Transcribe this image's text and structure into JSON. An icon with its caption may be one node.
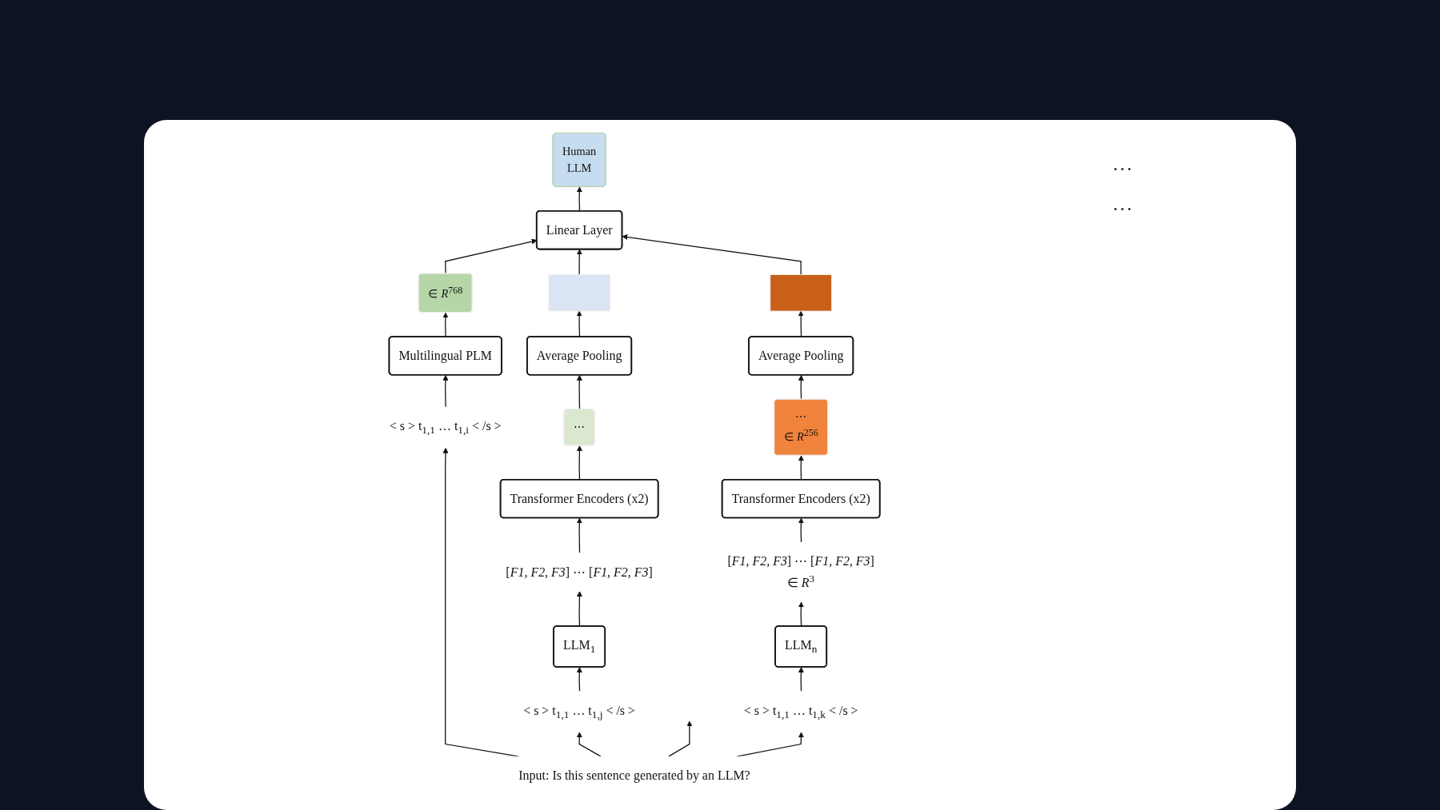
{
  "diagram": {
    "nodes": [
      {
        "text": [
          "Human",
          "LLM"
        ]
      },
      {
        "text": [
          "Linear Layer"
        ]
      },
      {
        "text": [
          "∈ *R*$^{768}$"
        ]
      },
      {
        "text": [],
        "shape": "bar"
      },
      {
        "text": [],
        "shape": "bar"
      },
      {
        "text": [
          "Multilingual PLM"
        ]
      },
      {
        "text": [
          "Average Pooling"
        ]
      },
      {
        "text": [
          "Average Pooling"
        ]
      },
      {
        "text": [
          "< s > t$_{1,1}$ … t$_{1,i}$ < /s >"
        ]
      },
      {
        "text": [
          "⋯"
        ]
      },
      {
        "text": [
          "⋯",
          "∈ *R*$^{256}$"
        ]
      },
      {
        "text": [
          "Transformer Encoders (x2)"
        ]
      },
      {
        "text": [
          "Transformer Encoders (x2)"
        ]
      },
      {
        "text": [
          "[*F1, F2, F3*] ⋯ [*F1, F2, F3*]"
        ]
      },
      {
        "text": [
          "[*F1, F2, F3*] ⋯ [*F1, F2, F3*]",
          "∈ *R*$^{3}$"
        ]
      },
      {
        "text": [
          "LLM$_{1}$"
        ]
      },
      {
        "text": [
          "LLM$_{n}$"
        ]
      },
      {
        "text": [
          "< s > t$_{1,1}$ … t$_{1,j}$ < /s >"
        ]
      },
      {
        "text": [
          "< s > t$_{1,1}$ … t$_{1,k}$ < /s >"
        ]
      },
      {
        "text": [
          "Input: Is this sentence generated by an LLM?"
        ]
      }
    ],
    "edges": [
      {
        "from": 19,
        "to": 8,
        "arrow": "to"
      },
      {
        "from": 19,
        "to": 17,
        "arrow": "to"
      },
      {
        "from": 19,
        "to": 18,
        "arrow": "to"
      },
      {
        "from": 19,
        "to": null,
        "arrow": "to"
      },
      {
        "from": 8,
        "to": 5,
        "arrow": "to"
      },
      {
        "from": 5,
        "to": 2,
        "arrow": "to"
      },
      {
        "from": 2,
        "to": 1,
        "arrow": "to"
      },
      {
        "from": 3,
        "to": 1,
        "arrow": "to"
      },
      {
        "from": 4,
        "to": 1,
        "arrow": "to"
      },
      {
        "from": 1,
        "to": 0,
        "arrow": "to"
      },
      {
        "from": 17,
        "to": 15,
        "arrow": "to"
      },
      {
        "from": 15,
        "to": 13,
        "arrow": "to"
      },
      {
        "from": 13,
        "to": 11,
        "arrow": "to"
      },
      {
        "from": 11,
        "to": 9,
        "arrow": "to"
      },
      {
        "from": 9,
        "to": 6,
        "arrow": "to"
      },
      {
        "from": 6,
        "to": 3,
        "arrow": "to"
      },
      {
        "from": 18,
        "to": 16,
        "arrow": "to"
      },
      {
        "from": 16,
        "to": 14,
        "arrow": "to"
      },
      {
        "from": 14,
        "to": 12,
        "arrow": "to"
      },
      {
        "from": 12,
        "to": 10,
        "arrow": "to"
      },
      {
        "from": 10,
        "to": 7,
        "arrow": "to"
      },
      {
        "from": 7,
        "to": 4,
        "arrow": "to"
      }
    ],
    "labels": [
      "…",
      "…"
    ]
  }
}
